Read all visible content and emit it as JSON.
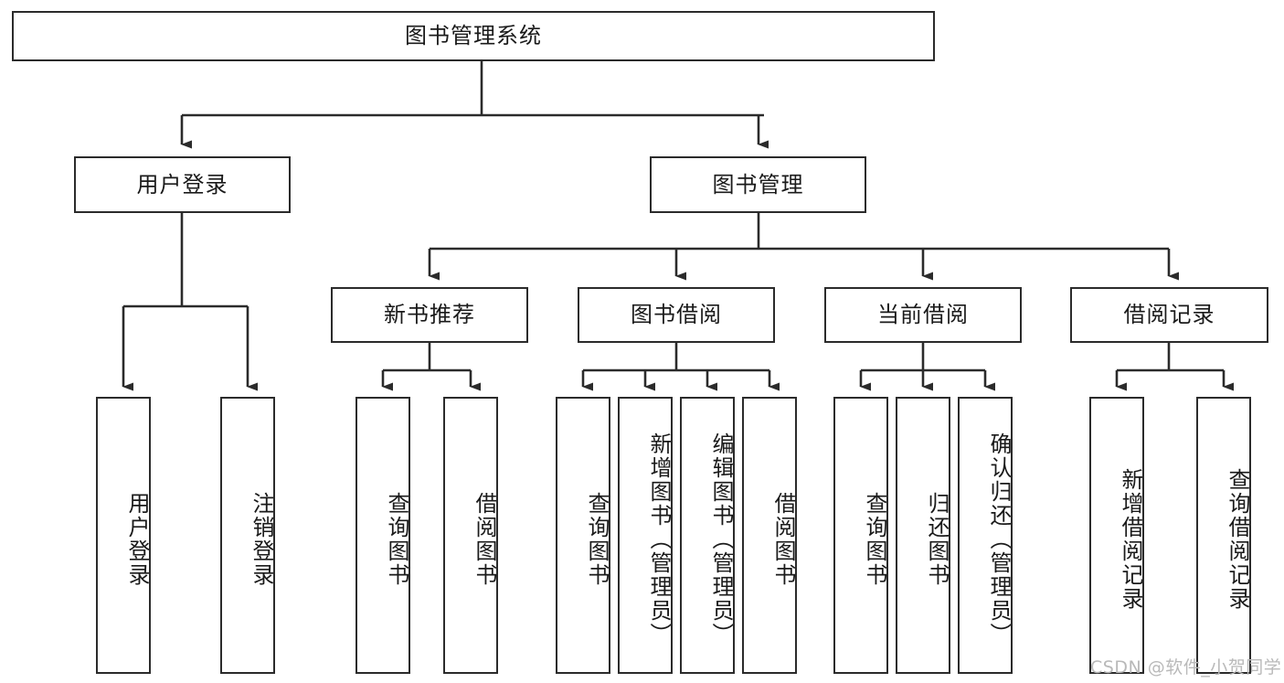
{
  "diagram": {
    "title": "图书管理系统",
    "type": "tree-hierarchy",
    "root": {
      "label": "图书管理系统"
    },
    "level1": [
      {
        "label": "用户登录"
      },
      {
        "label": "图书管理"
      }
    ],
    "level2": [
      {
        "label": "新书推荐"
      },
      {
        "label": "图书借阅"
      },
      {
        "label": "当前借阅"
      },
      {
        "label": "借阅记录"
      }
    ],
    "leaves": {
      "user_login": [
        {
          "label": "用户登录"
        },
        {
          "label": "注销登录"
        }
      ],
      "new_book_recommend": [
        {
          "label": "查询图书"
        },
        {
          "label": "借阅图书"
        }
      ],
      "book_borrow": [
        {
          "label": "查询图书"
        },
        {
          "label": "新增图书（管理员）"
        },
        {
          "label": "编辑图书（管理员）"
        },
        {
          "label": "借阅图书"
        }
      ],
      "current_borrow": [
        {
          "label": "查询图书"
        },
        {
          "label": "归还图书"
        },
        {
          "label": "确认归还（管理员）"
        }
      ],
      "borrow_record": [
        {
          "label": "新增借阅记录"
        },
        {
          "label": "查询借阅记录"
        }
      ]
    }
  },
  "watermark": {
    "text": "CSDN @软件_小贺同学"
  },
  "colors": {
    "border": "#2b2b2b",
    "background": "#ffffff",
    "text": "#1a1a1a",
    "watermark": "#b9b9b9"
  }
}
